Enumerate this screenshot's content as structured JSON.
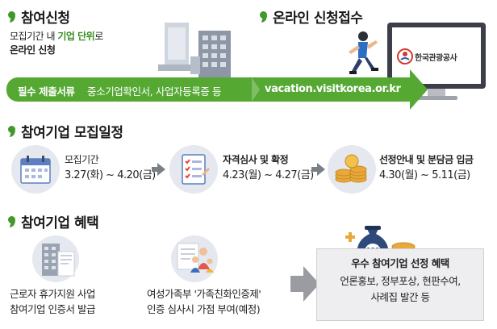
{
  "apply": {
    "title": "참여신청",
    "line1_prefix": "모집기간 내 ",
    "line1_highlight": "기업 단위",
    "line1_suffix": "로",
    "line2": "온라인 신청",
    "required_label": "필수 제출서류",
    "required_docs": "중소기업확인서, 사업자등록증 등"
  },
  "online": {
    "title": "온라인 신청접수",
    "url": "vacation.visitkorea.or.kr",
    "logo_text": "한국관광공사"
  },
  "schedule": {
    "title": "참여기업 모집일정",
    "steps": [
      {
        "label": "모집기간",
        "date": "3.27(화) ~ 4.20(금)",
        "icon": "calendar-icon"
      },
      {
        "label": "자격심사 및 확정",
        "date": "4.23(월) ~ 4.27(금)",
        "icon": "checklist-icon"
      },
      {
        "label": "선정안내 및 분담금 입금",
        "date": "4.30(월) ~ 5.11(금)",
        "icon": "coins-icon"
      }
    ]
  },
  "benefits": {
    "title": "참여기업 혜택",
    "items": [
      {
        "line1": "근로자 휴가지원 사업",
        "line2": "참여기업 인증서 발급",
        "icon": "building-icon"
      },
      {
        "line1": "여성가족부 '가족친화인증제'",
        "line2": "인증 심사시 가점 부여(예정)",
        "icon": "family-icon"
      }
    ],
    "result": {
      "title": "우수 참여기업 선정 혜택",
      "line1": "언론홍보, 정부포상, 현판수여,",
      "line2": "사례집 발간 등",
      "icon": "money-bag-icon",
      "symbol": "₩"
    }
  },
  "colors": {
    "accent": "#3f9a2a",
    "banner": "#55a832",
    "box": "#eeeef0"
  }
}
